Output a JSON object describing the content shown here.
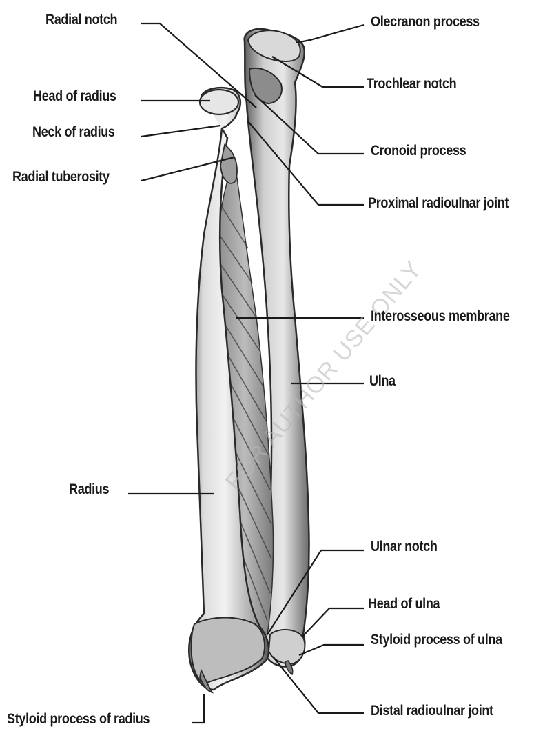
{
  "diagram": {
    "watermark": "FOR AUTHOR USE ONLY",
    "labels": {
      "radial_notch": "Radial notch",
      "head_of_radius": "Head of radius",
      "neck_of_radius": "Neck of radius",
      "radial_tuberosity": "Radial tuberosity",
      "radius": "Radius",
      "styloid_process_of_radius": "Styloid process of radius",
      "olecranon_process": "Olecranon process",
      "trochlear_notch": "Trochlear notch",
      "cronoid_process": "Cronoid process",
      "proximal_radioulnar_joint": "Proximal  radioulnar joint",
      "interosseous_membrane": "Interosseous membrane",
      "ulna": "Ulna",
      "ulnar_notch": "Ulnar notch",
      "head_of_ulna": "Head of ulna",
      "styloid_process_of_ulna": "Styloid process of ulna",
      "distal_radioulnar_joint": "Distal radioulnar joint"
    }
  }
}
